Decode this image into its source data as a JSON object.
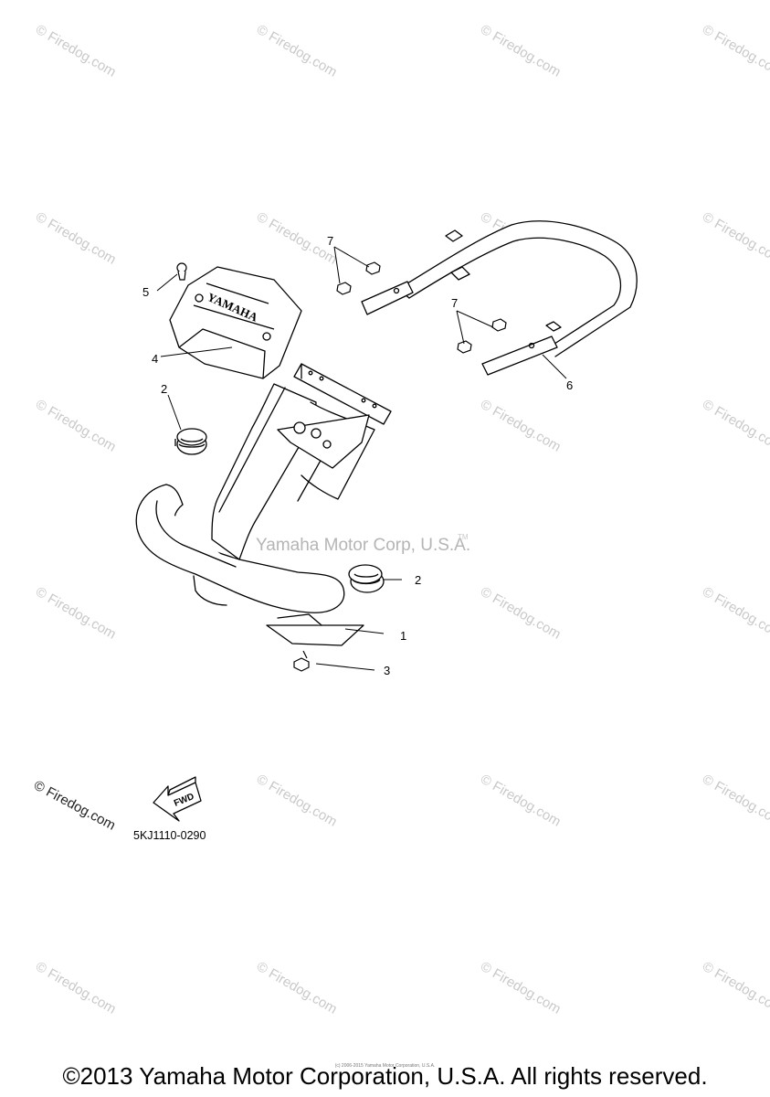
{
  "watermark": {
    "text": "© Firedog.com"
  },
  "corp_watermark": {
    "text": "Yamaha Motor Corp, U.S.A.",
    "tm": "TM"
  },
  "callouts": [
    "1",
    "2",
    "2",
    "3",
    "4",
    "5",
    "6",
    "7",
    "7"
  ],
  "cover_logo": "YAMAHA",
  "fwd_label": "FWD",
  "firedog_logo": "© Firedog.com",
  "diagram_code": "5KJ1110-0290",
  "footer": {
    "tiny_text": "(c) 2006-2015 Yamaha Motor Corporation, U.S.A.",
    "copyright": "©2013 Yamaha Motor Corporation, U.S.A. All rights reserved."
  }
}
